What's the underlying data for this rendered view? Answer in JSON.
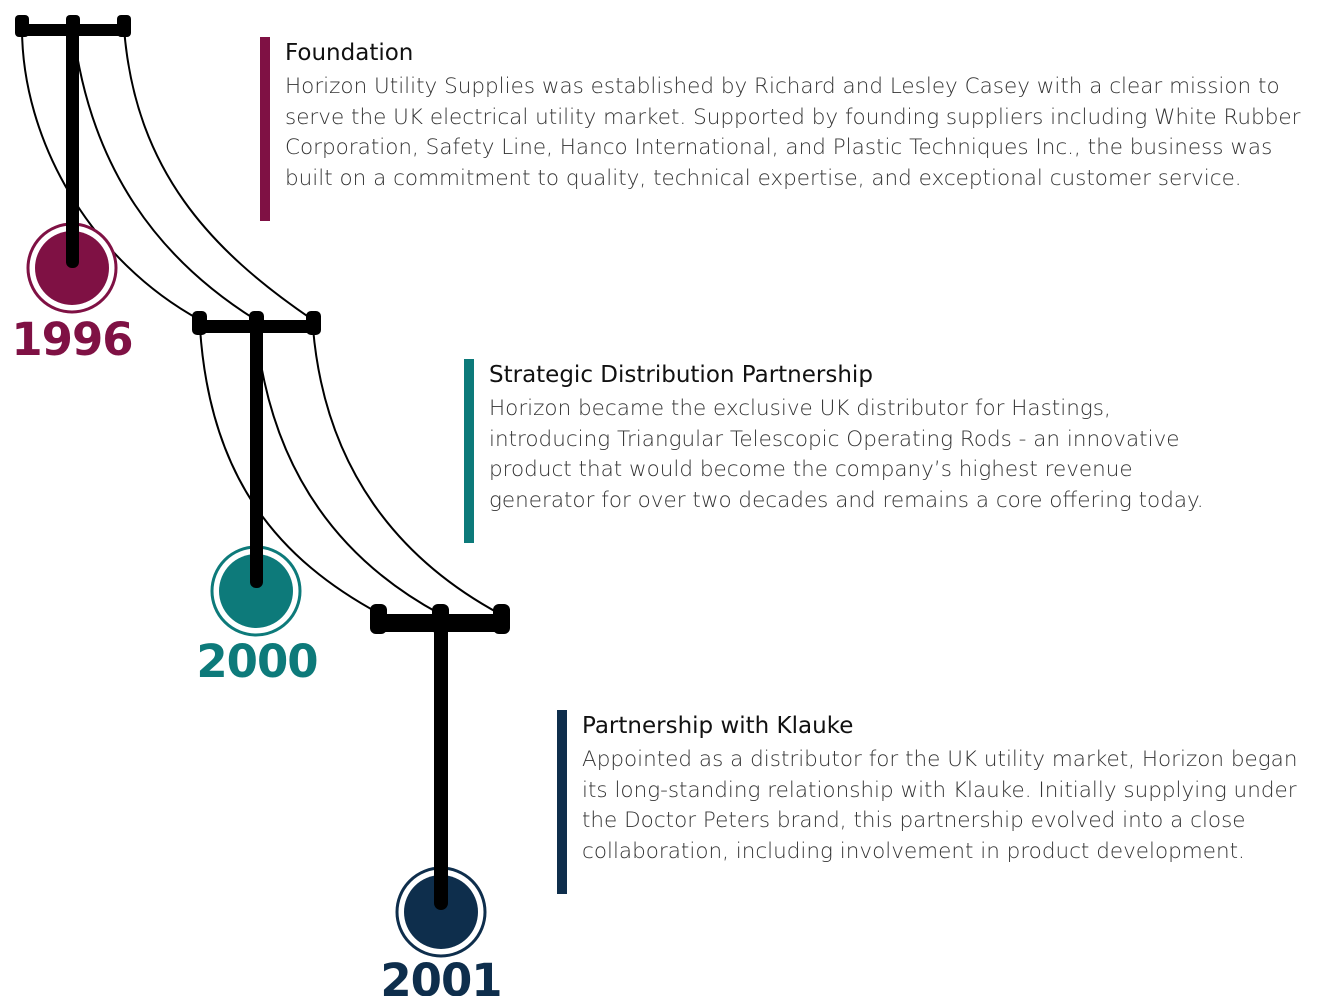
{
  "colors": {
    "c1996": "#7f1144",
    "c2000": "#0d7a7a",
    "c2001": "#0e2e4c"
  },
  "milestones": [
    {
      "year": "1996",
      "title": "Foundation",
      "text": "Horizon Utility Supplies was established by Richard and Lesley Casey with a clear mission to serve the UK electrical utility market. Supported by founding suppliers including White Rubber Corporation, Safety Line, Hanco International, and Plastic Techniques Inc., the business was built on a commitment to quality, technical expertise, and exceptional customer service."
    },
    {
      "year": "2000",
      "title": "Strategic Distribution Partnership",
      "text": "Horizon became the exclusive UK distributor for Hastings, introducing Triangular Telescopic Operating Rods - an innovative product that would become the company’s highest revenue generator for over two decades and remains a core offering today."
    },
    {
      "year": "2001",
      "title": "Partnership with Klauke",
      "text": "Appointed as a distributor for the UK utility market, Horizon began its long-standing relationship with Klauke. Initially supplying under the Doctor Peters brand, this partnership evolved into a close collaboration, including involvement in product development."
    }
  ]
}
